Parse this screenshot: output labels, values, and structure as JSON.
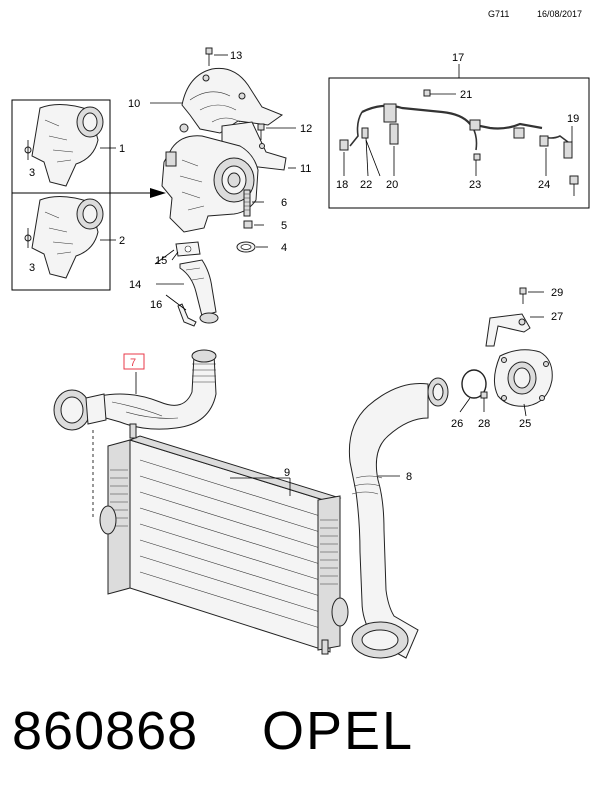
{
  "header": {
    "code": "G711",
    "date": "16/08/2017"
  },
  "footer": {
    "part_number": "860868",
    "brand": "OPEL"
  },
  "callouts": {
    "c1": "1",
    "c2": "2",
    "c3a": "3",
    "c3b": "3",
    "c4": "4",
    "c5": "5",
    "c6": "6",
    "c7": "7",
    "c8": "8",
    "c9": "9",
    "c10": "10",
    "c11": "11",
    "c12": "12",
    "c13": "13",
    "c14": "14",
    "c15": "15",
    "c16": "16",
    "c17": "17",
    "c18": "18",
    "c19": "19",
    "c20": "20",
    "c21": "21",
    "c22": "22",
    "c23": "23",
    "c24": "24",
    "c25": "25",
    "c26": "26",
    "c27": "27",
    "c28": "28",
    "c29": "29"
  },
  "highlight_color": "#e8394a"
}
